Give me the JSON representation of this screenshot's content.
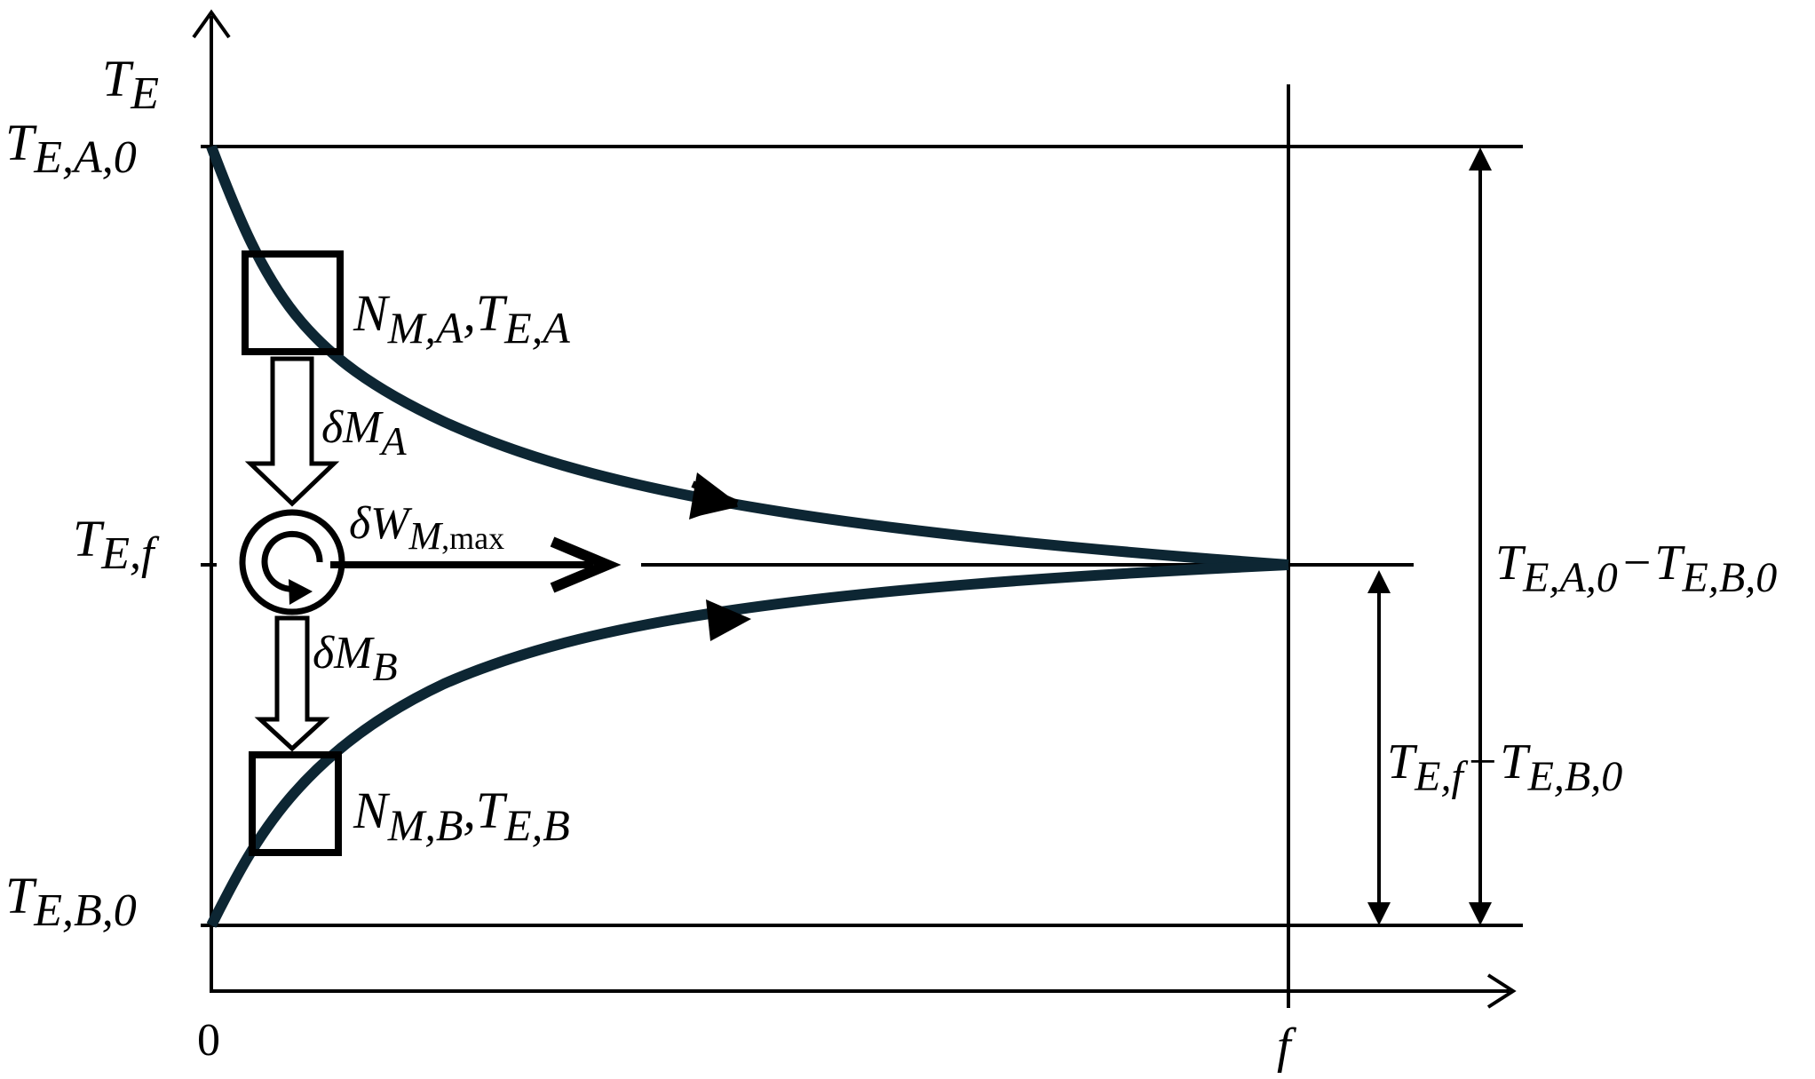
{
  "axes": {
    "y_label": {
      "base": "T",
      "sub": "E"
    },
    "x_origin": "0",
    "x_end": "f"
  },
  "levels": {
    "top": {
      "base": "T",
      "sub": "E,A,0"
    },
    "mid": {
      "base": "T",
      "sub": "E,f"
    },
    "bottom": {
      "base": "T",
      "sub": "E,B,0"
    }
  },
  "reservoirs": {
    "a": {
      "n_base": "N",
      "n_sub": "M,A",
      "sep": ",",
      "t_base": "T",
      "t_sub": "E,A"
    },
    "b": {
      "n_base": "N",
      "n_sub": "M,B",
      "sep": ",",
      "t_base": "T",
      "t_sub": "E,B"
    }
  },
  "flows": {
    "heat_a": {
      "prefix": "δ",
      "base": "M",
      "sub": "A"
    },
    "heat_b": {
      "prefix": "δ",
      "base": "M",
      "sub": "B"
    },
    "work": {
      "prefix": "δ",
      "base": "W",
      "sub_italic": "M",
      "sub_upright": ",max"
    }
  },
  "differences": {
    "total": {
      "a_base": "T",
      "a_sub": "E,A,0",
      "op": "−",
      "b_base": "T",
      "b_sub": "E,B,0"
    },
    "partial": {
      "a_base": "T",
      "a_sub": "E,f",
      "op": "−",
      "b_base": "T",
      "b_sub": "E,B,0"
    }
  },
  "colors": {
    "curve": "#0d2633",
    "line": "#000000"
  }
}
